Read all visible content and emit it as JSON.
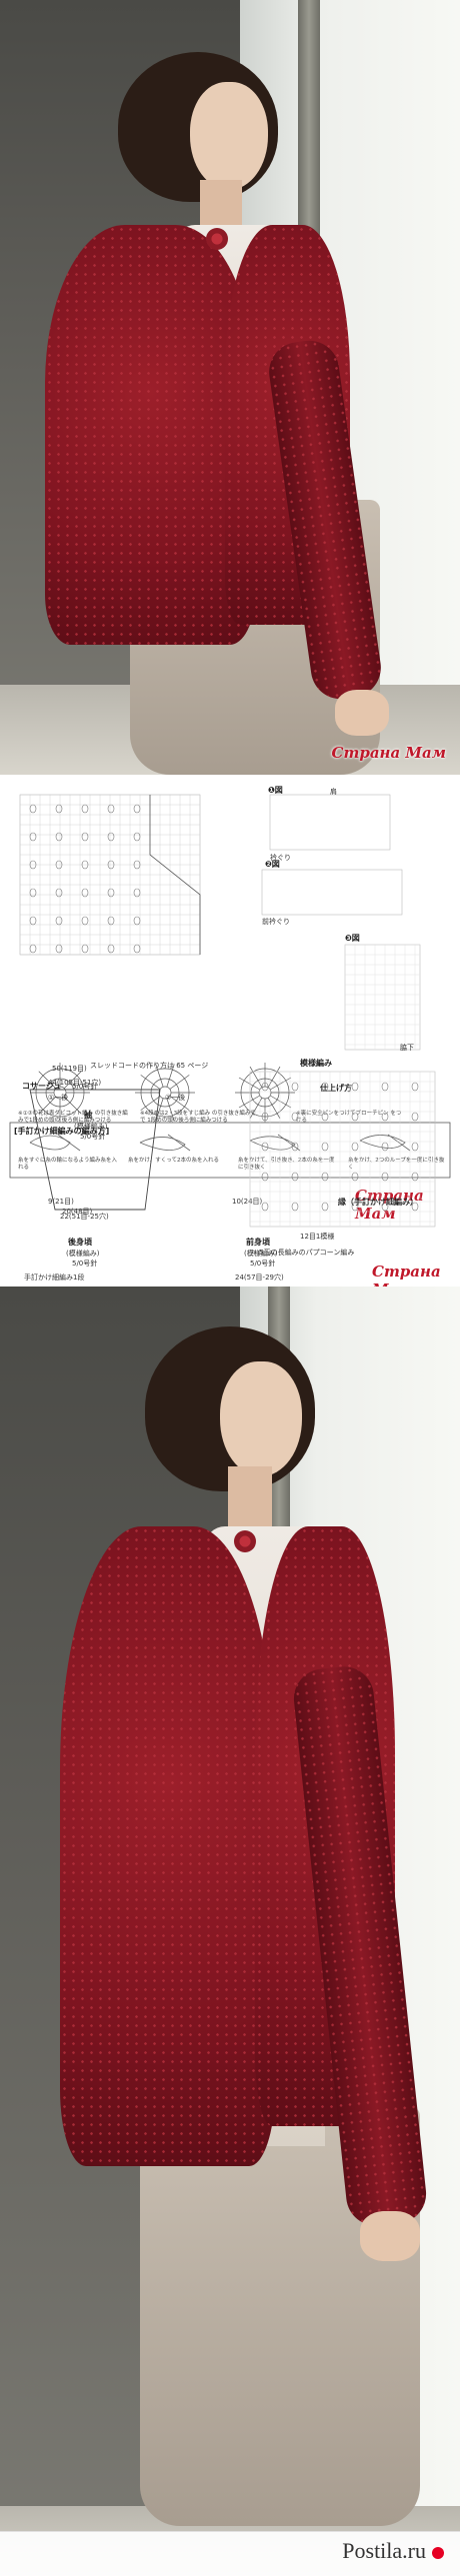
{
  "watermarks": {
    "top": "Страна Мам",
    "diagram": "Страна Мам",
    "diagram_bottom": "Страна Мам"
  },
  "diagram": {
    "step1": "❶図",
    "step1_sub1": "肩",
    "step1_sub2": "衿ぐり",
    "step2": "❷図",
    "step2_sub": "前衿ぐり",
    "step3": "❸図",
    "waki": "脇下",
    "cord_note": "スレッドコードの作り方は 65 ページ",
    "corsage_title": "コサージュ",
    "corsage_size": "5/0号針",
    "corsage_1": "①一後",
    "corsage_2": "②一後",
    "finish": "仕上げ方",
    "note1": "※①③の花は表ダビコット編み の引き抜き編みで1段めの頭の 後ろ側に編みつける",
    "note2": "※4段めは2・3段をすじ編み の引き抜き編みでで 1段めの頭の後ろ側に編みつける",
    "note3": "※裏に安全ピンをつけてブローチピン をつける",
    "technique_title": "[手訂かけ細編みの編み方]",
    "tech_step1": "糸をすぐに糸の輪になるよう編み糸を入れる",
    "tech_step2": "糸をかけ、すくって2本の糸を入れる",
    "tech_step3": "糸をかけて、引き抜き、2本の糸を一度に引き抜く",
    "tech_step4": "糸をかけ、2つのループを一度に引き抜く",
    "back_title": "後身頃",
    "back_sub": "(模様編み)",
    "back_needle": "5/0号針",
    "front_title": "前身頃",
    "front_sub": "(模様編み)",
    "front_needle": "5/0号針",
    "edge_title": "縁（手訂かけ細編み）",
    "sleeve_title": "袖",
    "sleeve_sub": "(模様編み)",
    "sleeve_needle": "5/0号針",
    "pattern_title": "模様編み",
    "back_dim_top": "9(21目)",
    "back_dim_mid": "20(48目)",
    "back_dim_bottom": "50(119目)",
    "back_dim_row": "手訂かけ細編み1段",
    "front_dim_top": "10(24目)",
    "front_dim_bottom": "24(57目-29穴)",
    "sleeve_dim_top": "44(105目-51穴)",
    "sleeve_dim_bottom": "22(51目-25穴)",
    "pattern_footer": "12目1模様",
    "pattern_note": "＝ 5玉の長編みのパプコーン編み"
  },
  "footer": {
    "brand": "Postila.ru"
  }
}
